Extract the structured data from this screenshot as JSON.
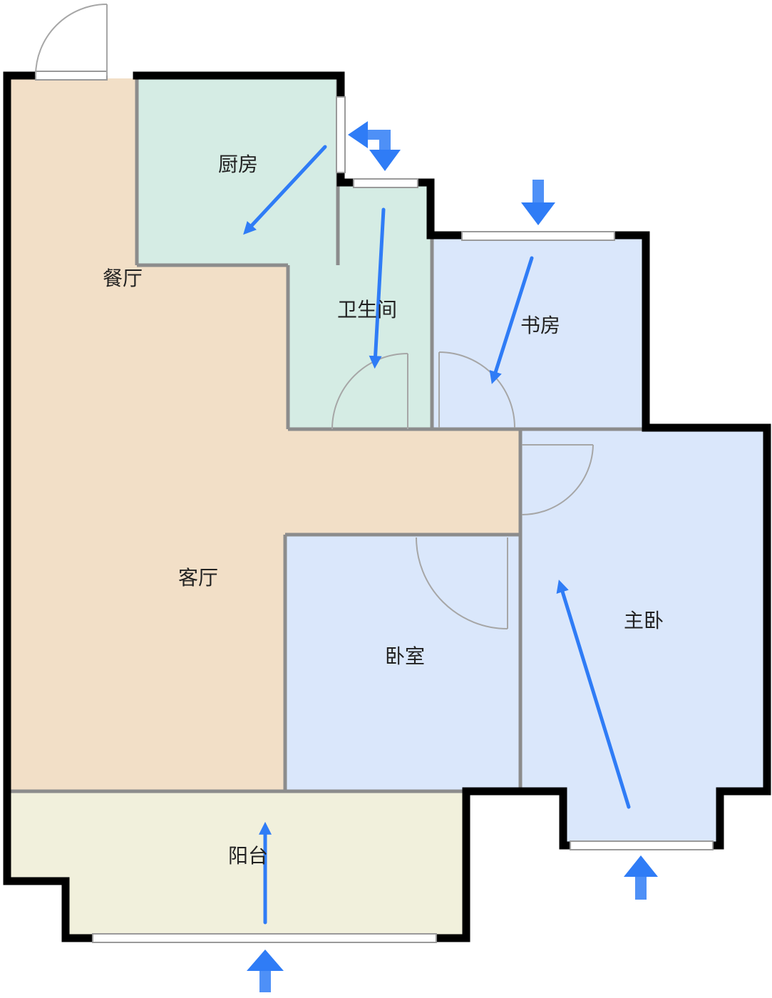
{
  "rooms": {
    "kitchen": "厨房",
    "dining": "餐厅",
    "bathroom": "卫生间",
    "study": "书房",
    "living": "客厅",
    "bedroom": "卧室",
    "master_bedroom": "主卧",
    "balcony": "阳台"
  },
  "colors": {
    "living_area": "#f2dfc7",
    "wet_area": "#d5ece4",
    "bedroom_area": "#dae7fb",
    "balcony_area": "#f1f0dc",
    "wall": "#000000",
    "partition": "#8c8c8c",
    "airflow_arrow": "#2f7cf6"
  },
  "icons": {
    "airflow": "airflow-arrow-icon",
    "door": "door-swing-icon"
  }
}
